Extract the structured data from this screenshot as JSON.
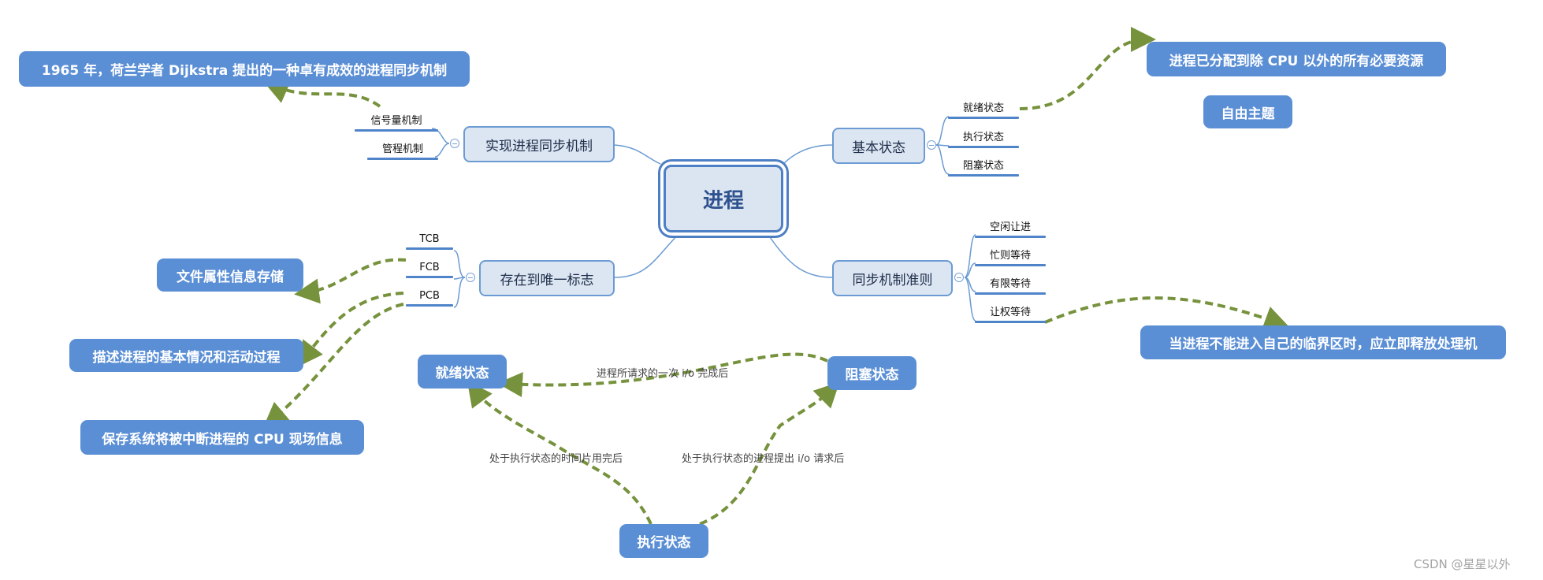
{
  "root": "进程",
  "topics": {
    "sync_impl": "实现进程同步机制",
    "unique_id": "存在到唯一标志",
    "basic_states": "基本状态",
    "sync_rules": "同步机制准则"
  },
  "sync_impl_items": [
    "信号量机制",
    "管程机制"
  ],
  "unique_id_items": [
    "TCB",
    "FCB",
    "PCB"
  ],
  "basic_state_items": [
    "就绪状态",
    "执行状态",
    "阻塞状态"
  ],
  "sync_rule_items": [
    "空闲让进",
    "忙则等待",
    "有限等待",
    "让权等待"
  ],
  "callouts": {
    "dijkstra": "1965 年，荷兰学者 Dijkstra 提出的一种卓有成效的进程同步机制",
    "fcb": "文件属性信息存储",
    "pcb_desc": "描述进程的基本情况和活动过程",
    "pcb_cpu": "保存系统将被中断进程的 CPU 现场信息",
    "ready_desc": "进程已分配到除 CPU 以外的所有必要资源",
    "free_topic": "自由主题",
    "yield": "当进程不能进入自己的临界区时，应立即释放处理机"
  },
  "state_diagram": {
    "ready": "就绪状态",
    "blocked": "阻塞状态",
    "running": "执行状态",
    "blocked_to_ready": "进程所请求的一次 i/o 完成后",
    "running_to_ready": "处于执行状态的时间片用完后",
    "running_to_blocked": "处于执行状态的进程提出 i/o 请求后"
  },
  "watermark": "CSDN @星星以外",
  "colors": {
    "accent_blue": "#5b8fd5",
    "topic_fill": "#dce6f2",
    "topic_border": "#6b9bd2",
    "dashed_arrow": "#76923c"
  }
}
